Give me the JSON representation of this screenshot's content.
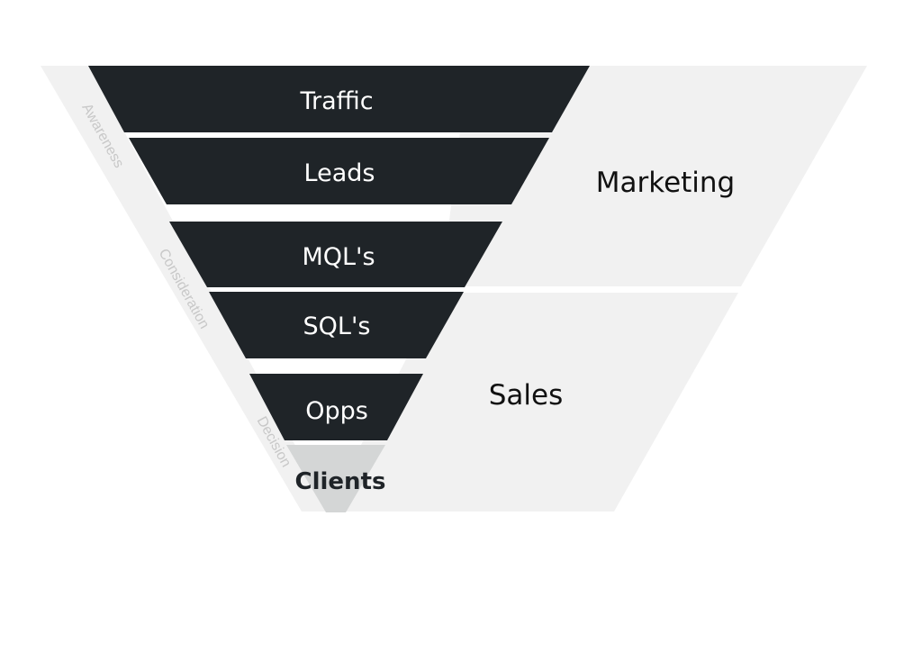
{
  "diagram": {
    "stages": [
      {
        "label": "Traffic"
      },
      {
        "label": "Leads"
      },
      {
        "label": "MQL's"
      },
      {
        "label": "SQL's"
      },
      {
        "label": "Opps"
      },
      {
        "label": "Clients"
      }
    ],
    "groups": [
      {
        "label": "Marketing"
      },
      {
        "label": "Sales"
      }
    ],
    "phases": [
      {
        "label": "Awareness"
      },
      {
        "label": "Consideration"
      },
      {
        "label": "Decision"
      }
    ]
  },
  "colors": {
    "stage_fill": "#1f2428",
    "final_stage_fill": "#d4d6d6",
    "band_fill": "#f1f1f1",
    "phase_text": "#c8c8c8"
  }
}
